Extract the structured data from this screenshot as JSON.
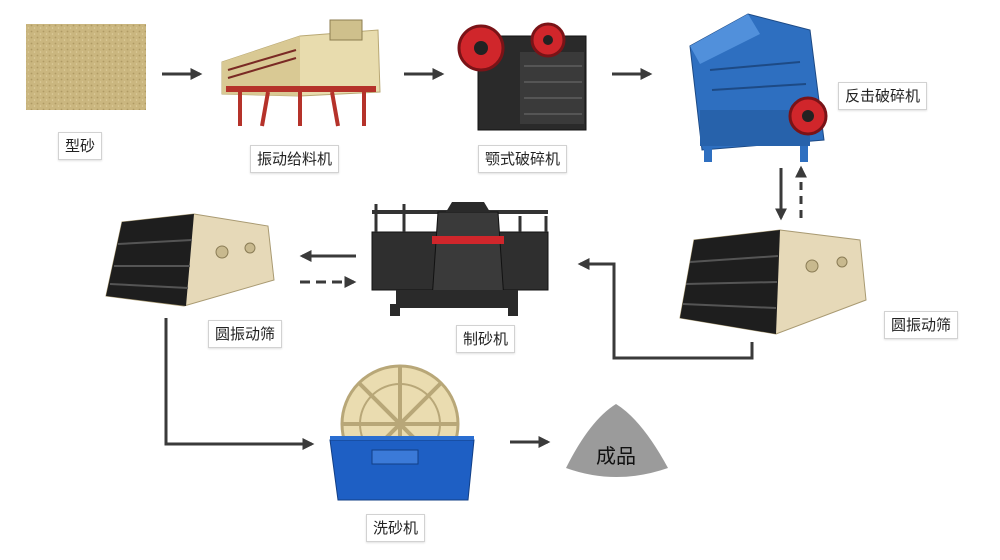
{
  "labels": {
    "sand": "型砂",
    "vibrating_feeder": "振动给料机",
    "jaw_crusher": "颚式破碎机",
    "impact_crusher": "反击破碎机",
    "circular_screen_right": "圆振动筛",
    "sand_maker": "制砂机",
    "circular_screen_left": "圆振动筛",
    "sand_washer": "洗砂机",
    "product": "成品"
  },
  "colors": {
    "arrow": "#3a3a3a",
    "feeder_frame": "#b5322a",
    "jaw_wheel": "#d0262b",
    "impact_body": "#2e6fc0",
    "screen_panel": "#e6d9b8",
    "screen_mesh": "#1e1e1e",
    "washer_tank": "#1e5fc4",
    "washer_wheel": "#eadcb0",
    "sand_pile": "#9b9b9b",
    "sand_grain": "#c8b47c"
  }
}
